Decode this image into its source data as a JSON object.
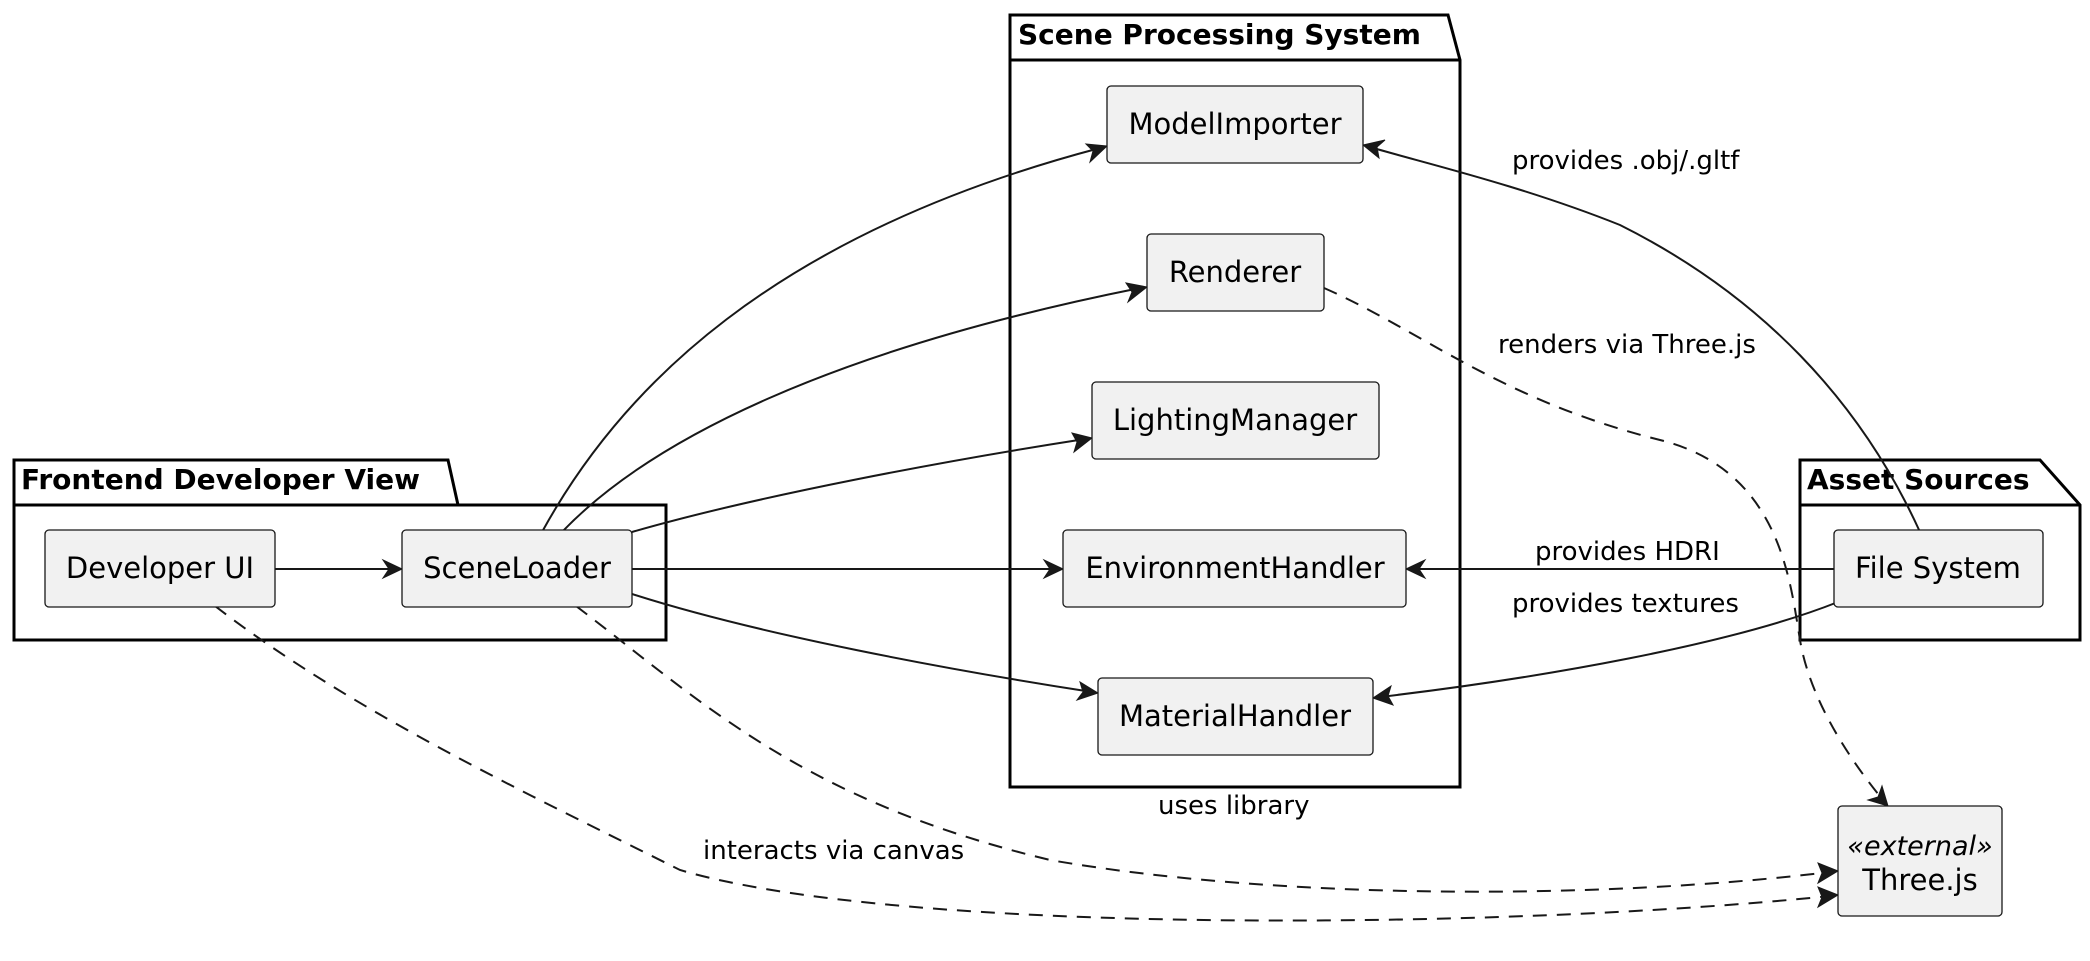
{
  "packages": {
    "frontend": {
      "title": "Frontend Developer View"
    },
    "scene_processing": {
      "title": "Scene Processing System"
    },
    "asset_sources": {
      "title": "Asset Sources"
    }
  },
  "nodes": {
    "developer_ui": {
      "label": "Developer UI"
    },
    "scene_loader": {
      "label": "SceneLoader"
    },
    "model_importer": {
      "label": "ModelImporter"
    },
    "renderer": {
      "label": "Renderer"
    },
    "lighting_manager": {
      "label": "LightingManager"
    },
    "environment_handler": {
      "label": "EnvironmentHandler"
    },
    "material_handler": {
      "label": "MaterialHandler"
    },
    "file_system": {
      "label": "File System"
    },
    "threejs": {
      "stereotype": "«external»",
      "label": "Three.js"
    }
  },
  "edges": {
    "fs_model": {
      "label": "provides .obj/.gltf"
    },
    "renderer_three": {
      "label": "renders via Three.js"
    },
    "fs_env": {
      "label": "provides HDRI"
    },
    "fs_material": {
      "label": "provides textures"
    },
    "loader_three": {
      "label": "uses library"
    },
    "ui_three": {
      "label": "interacts via canvas"
    }
  },
  "colors": {
    "node_fill": "#f1f1f1",
    "line": "#181818",
    "background": "#ffffff"
  }
}
